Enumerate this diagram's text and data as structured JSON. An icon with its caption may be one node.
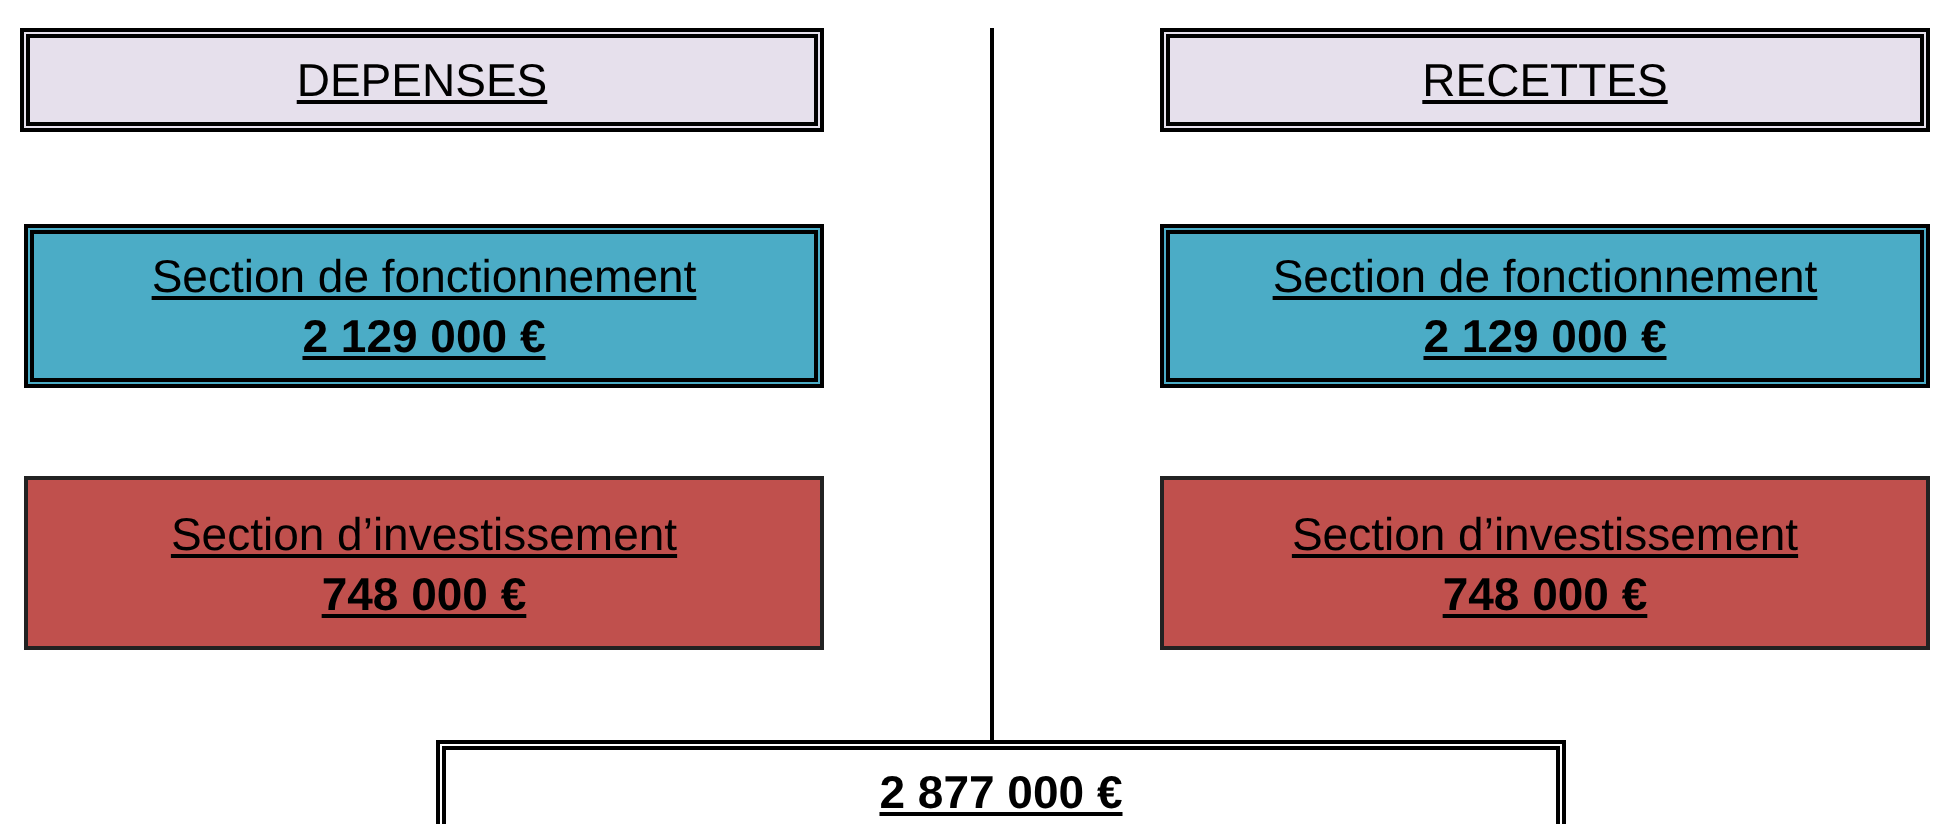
{
  "diagram": {
    "nodes": [
      {
        "text": [
          "DEPENSES"
        ]
      },
      {
        "text": [
          "RECETTES"
        ]
      },
      {
        "text": [
          "Section de fonctionnement",
          "2 129 000 €"
        ]
      },
      {
        "text": [
          "Section de fonctionnement",
          "2 129 000 €"
        ]
      },
      {
        "text": [
          "Section d’investissement",
          "748 000 €"
        ]
      },
      {
        "text": [
          "Section d’investissement",
          "748 000 €"
        ]
      },
      {
        "text": [
          "2 877 000 €"
        ]
      }
    ]
  }
}
